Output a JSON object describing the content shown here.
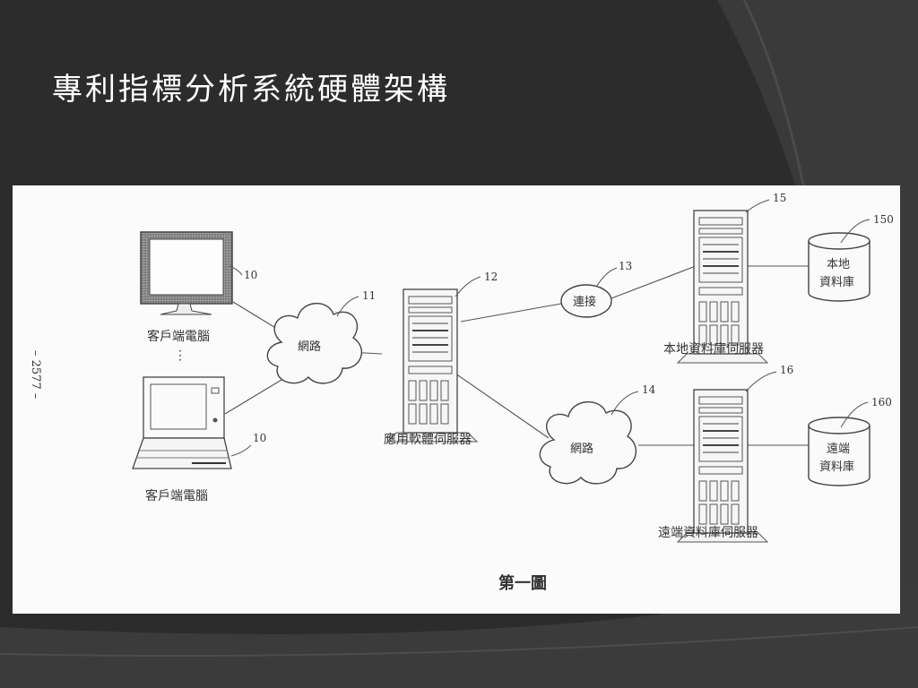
{
  "slide": {
    "title": "專利指標分析系統硬體架構"
  },
  "figure": {
    "page_number": "– 2577 –",
    "caption": "第一圖",
    "nodes": {
      "client_desktop": {
        "ref": "10",
        "label": "客戶端電腦"
      },
      "ellipsis": "⋮",
      "client_laptop": {
        "ref": "10",
        "label": "客戶端電腦"
      },
      "network_11": {
        "ref": "11",
        "label": "網路"
      },
      "app_server": {
        "ref": "12",
        "label": "應用軟體伺服器"
      },
      "connect_13": {
        "ref": "13",
        "label": "連接"
      },
      "local_db_server": {
        "ref": "15",
        "label": "本地資料庫伺服器"
      },
      "local_db": {
        "ref": "150",
        "label_line1": "本地",
        "label_line2": "資料庫"
      },
      "network_14": {
        "ref": "14",
        "label": "網路"
      },
      "remote_db_server": {
        "ref": "16",
        "label": "遠端資料庫伺服器"
      },
      "remote_db": {
        "ref": "160",
        "label_line1": "遠端",
        "label_line2": "資料庫"
      }
    }
  }
}
